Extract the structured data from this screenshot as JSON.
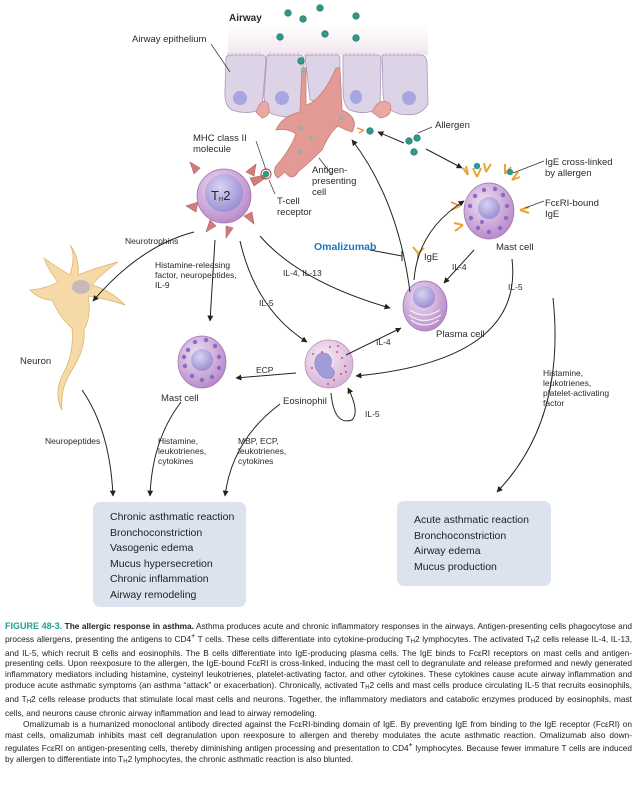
{
  "figure": {
    "regions": {
      "airway": "Airway",
      "airway_epithelium": "Airway epithelium"
    },
    "cells": {
      "th2": {
        "main": "T",
        "sub": "H",
        "suffix": "2"
      },
      "antigen_presenting_cell": "Antigen-\npresenting\ncell",
      "neuron": "Neuron",
      "mast_cell_left": "Mast cell",
      "eosinophil": "Eosinophil",
      "plasma_cell": "Plasma cell",
      "mast_cell_right": "Mast cell"
    },
    "labels": {
      "mhc": "MHC class II\nmolecule",
      "tcr": "T-cell\nreceptor",
      "allergen": "Allergen",
      "ige_cross_linked": "IgE cross-linked\nby allergen",
      "fceri_bound_ige": "FcεRI-bound\nIgE",
      "ige": "IgE",
      "omalizumab": "Omalizumab"
    },
    "arrows": {
      "neurotrophins": "Neurotrophins",
      "histamine_releasing": "Histamine-releasing\nfactor, neuropeptides,\nIL-9",
      "il5_th2_eos": "IL-5",
      "il4_il13": "IL-4, IL-13",
      "il4_mast_plasma": "IL-4",
      "il5_mast_eos": "IL-5",
      "il4_eos_plasma": "IL-4",
      "ecp": "ECP",
      "il5_loop": "IL-5",
      "neuropeptides": "Neuropeptides",
      "mast_left_mediators": "Histamine,\nleukotrienes,\ncytokines",
      "eos_mediators": "MBP, ECP,\nleukotrienes,\ncytokines",
      "mast_right_mediators": "Histamine,\nleukotrienes,\nplatelet-activating\nfactor"
    },
    "outcomes": {
      "chronic": [
        "Chronic asthmatic reaction",
        "Bronchoconstriction",
        "Vasogenic edema",
        "Mucus hypersecretion",
        "Chronic inflammation",
        "Airway remodeling"
      ],
      "acute": [
        "Acute asthmatic reaction",
        "Bronchoconstriction",
        "Airway edema",
        "Mucus production"
      ]
    },
    "colors": {
      "caption_figure_number": "#25a08e",
      "omalizumab": "#1a78c2",
      "outcome_box": "#dce3ef",
      "allergen": "#2f9a8c",
      "epithelium": "#ddd3e6",
      "apc": "#e39a95",
      "neuron": "#f5d9a6",
      "cell_purple": "#c9a6d6"
    }
  },
  "caption": {
    "figure_number": "FIGURE 48-3.",
    "title": "The allergic response in asthma.",
    "p1_a": "Asthma produces acute and chronic inflammatory responses in the airways. Antigen-presenting cells phagocytose and process allergens, presenting the antigens to CD4",
    "p1_b": " T cells. These cells differentiate into cytokine-producing T",
    "p1_c": "2 lymphocytes. The activated T",
    "p1_d": "2 cells release IL-4, IL-13, and IL-5, which recruit B cells and eosinophils. The B cells differentiate into IgE-producing plasma cells. The IgE binds to FcεRI receptors on mast cells and antigen-presenting cells. Upon reexposure to the allergen, the IgE-bound FcεRI is cross-linked, inducing the mast cell to degranulate and release preformed and newly generated inflammatory mediators including histamine, cysteinyl leukotrienes, platelet-activating factor, and other cytokines. These cytokines cause acute airway inflammation and produce acute asthmatic symptoms (an asthma “attack” or exacerbation). Chronically, activated T",
    "p1_e": "2 cells and mast cells produce circulating IL-5 that recruits eosinophils, and T",
    "p1_f": "2 cells release products that stimulate local mast cells and neurons. Together, the inflammatory mediators and catabolic enzymes produced by eosinophils, mast cells, and neurons cause chronic airway inflammation and lead to airway remodeling.",
    "p2_a": "Omalizumab is a humanized monoclonal antibody directed against the FcεRI-binding domain of IgE. By preventing IgE from binding to the IgE receptor (FcεRI) on mast cells, omalizumab inhibits mast cell degranulation upon reexposure to allergen and thereby modulates the acute asthmatic reaction. Omalizumab also down-regulates FcεRI on antigen-presenting cells, thereby diminishing antigen processing and presentation to CD4",
    "p2_b": " lymphocytes. Because fewer immature T cells are induced by allergen to differentiate into T",
    "p2_c": "2 lymphocytes, the chronic asthmatic reaction is also blunted.",
    "sup_plus": "+",
    "sub_h": "H"
  }
}
